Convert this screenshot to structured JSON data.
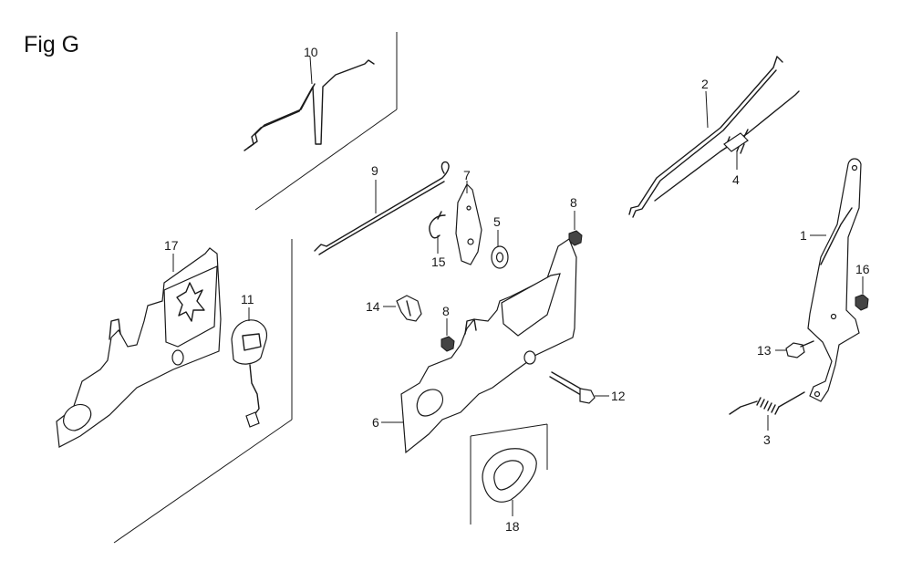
{
  "figure": {
    "title": "Fig G"
  },
  "callouts": [
    {
      "id": "1",
      "part": "1"
    },
    {
      "id": "2",
      "part": "2"
    },
    {
      "id": "3",
      "part": "3"
    },
    {
      "id": "4",
      "part": "4"
    },
    {
      "id": "5",
      "part": "5"
    },
    {
      "id": "6",
      "part": "6"
    },
    {
      "id": "7",
      "part": "7"
    },
    {
      "id": "8a",
      "part": "8"
    },
    {
      "id": "8b",
      "part": "8"
    },
    {
      "id": "9",
      "part": "9"
    },
    {
      "id": "10",
      "part": "10"
    },
    {
      "id": "11",
      "part": "11"
    },
    {
      "id": "12",
      "part": "12"
    },
    {
      "id": "13",
      "part": "13"
    },
    {
      "id": "14",
      "part": "14"
    },
    {
      "id": "15",
      "part": "15"
    },
    {
      "id": "16",
      "part": "16"
    },
    {
      "id": "17",
      "part": "17"
    },
    {
      "id": "18",
      "part": "18"
    }
  ]
}
